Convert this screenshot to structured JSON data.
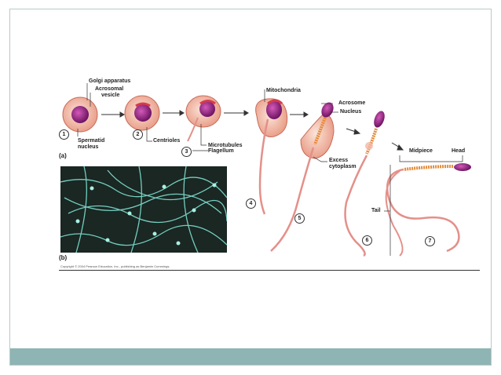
{
  "labels": {
    "golgi": "Golgi apparatus",
    "acrosomal": "Acrosomal",
    "vesicle": "vesicle",
    "spermatid": "Spermatid",
    "nucleus_cell": "nucleus",
    "centrioles": "Centrioles",
    "microtubules": "Microtubules",
    "flagellum": "Flagellum",
    "mitochondria": "Mitochondria",
    "acrosome": "Acrosome",
    "nucleus": "Nucleus",
    "excess": "Excess",
    "cytoplasm": "cytoplasm",
    "midpiece": "Midpiece",
    "head": "Head",
    "tail": "Tail"
  },
  "parts": {
    "a": "(a)",
    "b": "(b)"
  },
  "steps": [
    "1",
    "2",
    "3",
    "4",
    "5",
    "6",
    "7"
  ],
  "copyright": "Copyright © 2004 Pearson Education, Inc., publishing as Benjamin Cummings.",
  "colors": {
    "footer": "#8fb4b4",
    "nucleus": "#8a1f7a",
    "cytoplasm": "#f2b8a8",
    "midpiece": "#e58a3a",
    "micrograph": "#1a2722"
  }
}
